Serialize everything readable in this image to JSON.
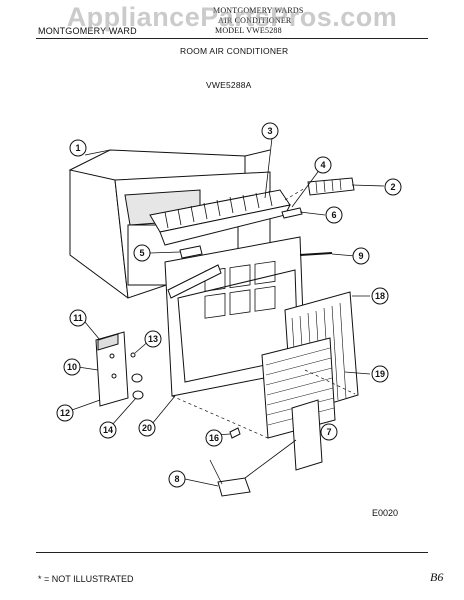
{
  "watermark": "AppliancePartsPros.com",
  "header": {
    "brand_left": "MONTGOMERY WARD",
    "brand_top_1": "MONTGOMERY WARDS",
    "brand_top_2": "AIR CONDITIONER",
    "brand_top_3": "MODEL VWE5288",
    "title": "ROOM AIR CONDITIONER",
    "model": "VWE5288A"
  },
  "drawing_code": "E0020",
  "footer": {
    "note": "* = NOT ILLUSTRATED",
    "page": "B6"
  },
  "callouts": [
    "1",
    "2",
    "3",
    "4",
    "5",
    "6",
    "7",
    "8",
    "9",
    "10",
    "11",
    "12",
    "13",
    "14",
    "16",
    "18",
    "19",
    "20"
  ]
}
